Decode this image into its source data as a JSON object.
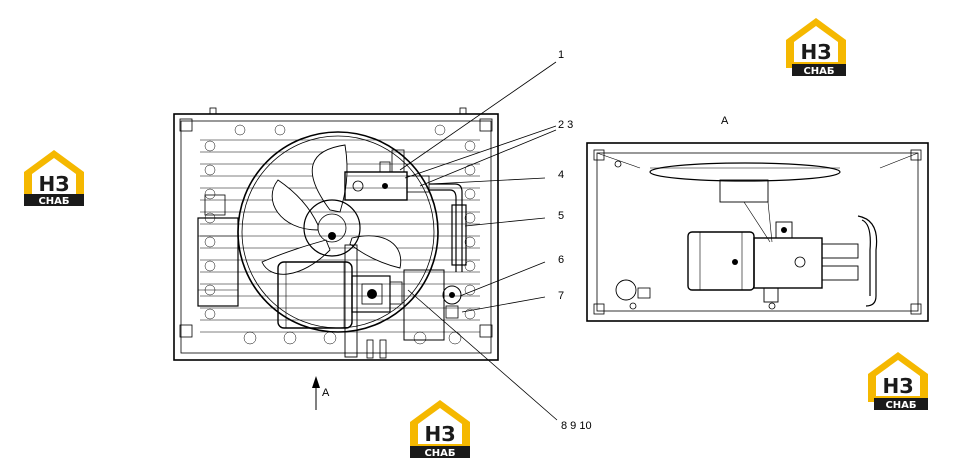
{
  "drawing": {
    "view_label": "A",
    "view_arrow_label": "A",
    "callouts": {
      "c1": "1",
      "c2_3": "2 3",
      "c4": "4",
      "c5": "5",
      "c6": "6",
      "c7": "7",
      "c8_9_10": "8 9 10"
    }
  },
  "watermark": {
    "logo_letters": "НЗ",
    "logo_text": "СНАБ",
    "colors": {
      "yellow": "#f5b800",
      "black": "#1a1a1a"
    }
  }
}
